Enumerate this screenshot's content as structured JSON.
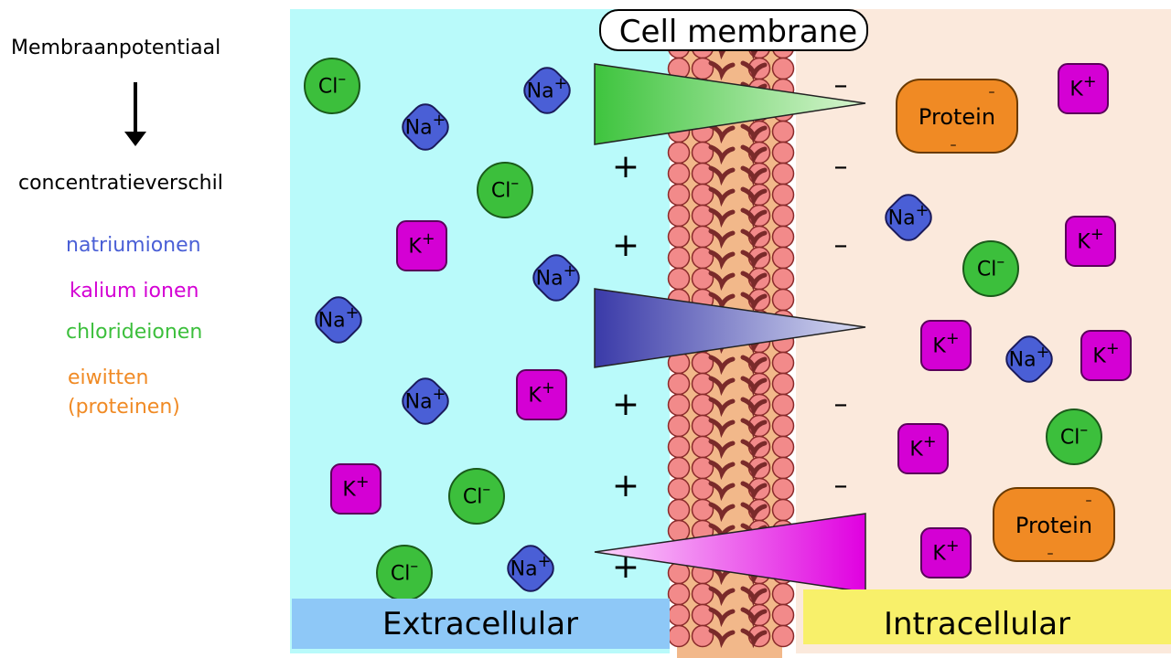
{
  "labels": {
    "membrane_potential": "Membraanpotentiaal",
    "concentration_difference": "concentratieverschil",
    "cell_membrane": "Cell membrane",
    "extracellular": "Extracellular",
    "intracellular": "Intracellular"
  },
  "legend": [
    {
      "text": "natriumionen",
      "color": "#4a5fd6"
    },
    {
      "text": "kalium ionen",
      "color": "#d400d4"
    },
    {
      "text": "chlorideionen",
      "color": "#3cbf3c"
    },
    {
      "text": "eiwitten",
      "color": "#f08a24"
    },
    {
      "text": "(proteinen)",
      "color": "#f08a24"
    }
  ],
  "ion_labels": {
    "cl": "Cl",
    "na": "Na",
    "k": "K",
    "protein": "Protein",
    "plus": "+",
    "minus": "–"
  },
  "colors": {
    "extracellular_bg": "#b9fafa",
    "intracellular_bg": "#fbe9dc",
    "extracellular_bar": "#8ec8f7",
    "intracellular_bar": "#f8f06a",
    "cl_ion": "#3cbf3c",
    "na_ion": "#4a5fd6",
    "k_ion": "#d400d4",
    "protein": "#f08a24",
    "membrane_head": "#f28a8a",
    "membrane_tail": "#7a2a2a",
    "membrane_core": "#f2b88a"
  }
}
